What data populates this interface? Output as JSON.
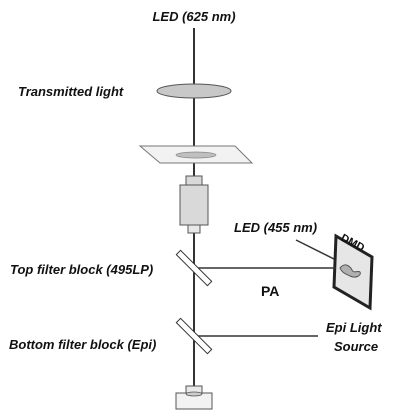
{
  "labels": {
    "led_top": "LED (625 nm)",
    "transmitted": "Transmitted light",
    "led_side": "LED (455 nm)",
    "dmd": "DMD",
    "top_filter": "Top filter block (495LP)",
    "pa": "PA",
    "epi_line1": "Epi Light",
    "epi_line2": "Source",
    "bottom_filter": "Bottom filter block (Epi)"
  },
  "colors": {
    "beam": "#333333",
    "lens_fill": "#c8c8c8",
    "objective_fill": "#d9d9d9",
    "dmd_fill": "#e6e6e6",
    "led_marker": "#ffffff"
  }
}
